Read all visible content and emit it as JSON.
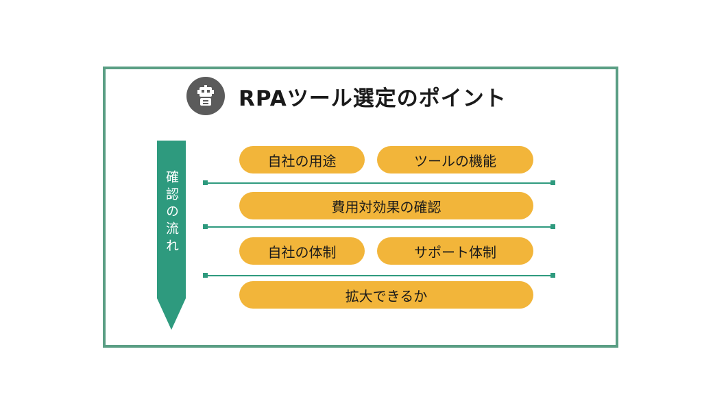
{
  "title": "RPAツール選定のポイント",
  "icon": "robot-icon",
  "flow_label": "確認の流れ",
  "colors": {
    "frame": "#5a9e84",
    "arrow": "#2e9a7e",
    "pill": "#f2b53a",
    "icon_bg": "#5b5b5b"
  },
  "rows": {
    "row1": {
      "left": "自社の用途",
      "right": "ツールの機能"
    },
    "row2": {
      "full": "費用対効果の確認"
    },
    "row3": {
      "left": "自社の体制",
      "right": "サポート体制"
    },
    "row4": {
      "full": "拡大できるか"
    }
  }
}
